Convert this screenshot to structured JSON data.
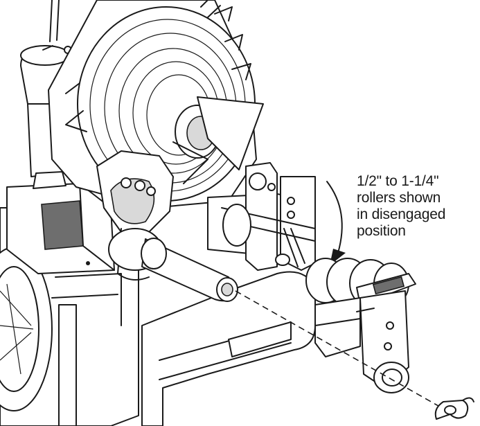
{
  "callout": {
    "lines": [
      "1/2\" to 1-1/4\"",
      "rollers shown",
      "in disengaged",
      "position"
    ]
  }
}
